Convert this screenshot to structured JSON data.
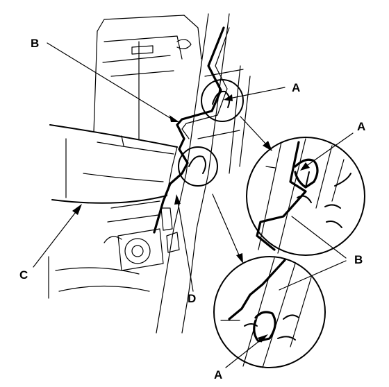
{
  "diagram": {
    "labels": {
      "a_top": "A",
      "a_inset_top": "A",
      "a_bottom": "A",
      "b_top": "B",
      "b_right": "B",
      "c": "C",
      "d": "D"
    },
    "colors": {
      "line": "#000000",
      "background": "#ffffff"
    }
  }
}
